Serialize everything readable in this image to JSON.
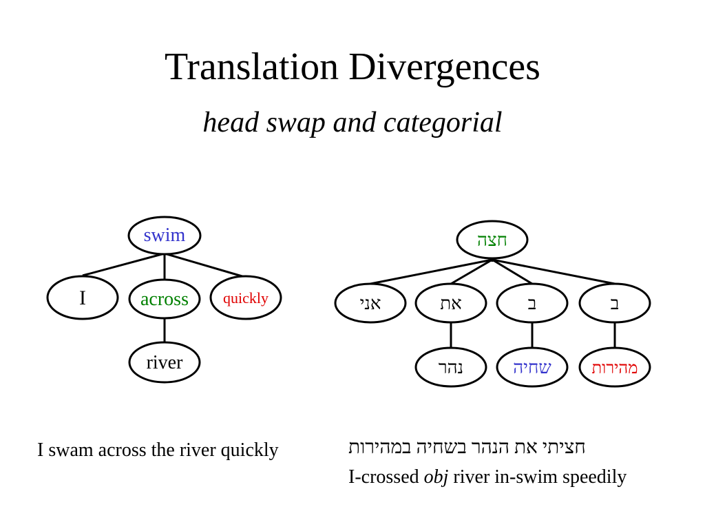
{
  "title": "Translation Divergences",
  "subtitle": "head swap and categorial",
  "colors": {
    "blue": "#3333cc",
    "green": "#008000",
    "red": "#e00000",
    "black": "#000000"
  },
  "english_tree": {
    "root": {
      "label": "swim",
      "color": "#3333cc"
    },
    "children": [
      {
        "label": "I",
        "color": "#000000"
      },
      {
        "label": "across",
        "color": "#008000"
      },
      {
        "label": "quickly",
        "color": "#e00000"
      }
    ],
    "grandchildren": [
      {
        "label": "river",
        "color": "#000000",
        "parent": "across"
      }
    ]
  },
  "hebrew_tree": {
    "root": {
      "label": "חצה",
      "color": "#008000"
    },
    "children": [
      {
        "label": "אני",
        "color": "#000000"
      },
      {
        "label": "את",
        "color": "#000000"
      },
      {
        "label": "ב",
        "color": "#000000"
      },
      {
        "label": "ב",
        "color": "#000000"
      }
    ],
    "grandchildren": [
      {
        "label": "נהר",
        "color": "#000000",
        "parent": "את"
      },
      {
        "label": "שחיה",
        "color": "#3333cc",
        "parent": "ב"
      },
      {
        "label": "מהירות",
        "color": "#e00000",
        "parent": "ב"
      }
    ]
  },
  "captions": {
    "english": "I swam across the river quickly",
    "hebrew": "חציתי את הנהר בשחיה במהירות",
    "gloss_before": "I-crossed ",
    "gloss_italic": "obj",
    "gloss_after": " river in-swim speedily"
  }
}
